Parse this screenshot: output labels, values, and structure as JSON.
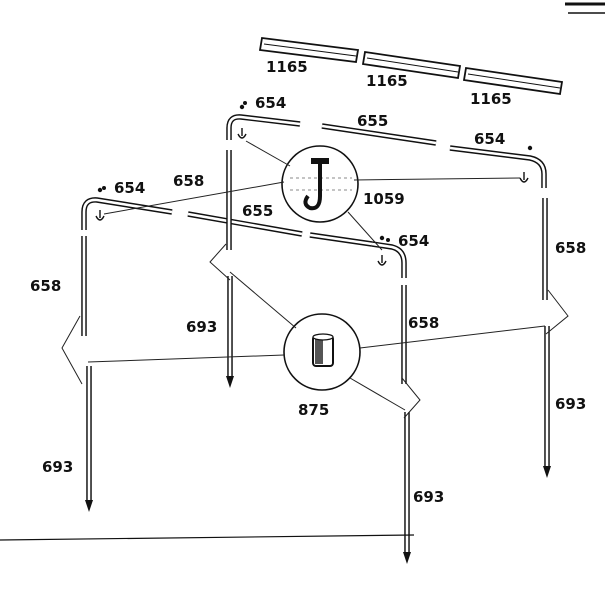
{
  "labels": {
    "rail_a": "1165",
    "rail_b": "1165",
    "rail_c": "1165",
    "corner_back_left": "654",
    "ridge_back": "655",
    "corner_back_right": "654",
    "upright_left_back": "658",
    "corner_front_left": "654",
    "hook_part": "1059",
    "ridge_front": "655",
    "corner_front_right": "654",
    "upright_right_back": "658",
    "upright_left_front": "658",
    "leg_left_back": "693",
    "upright_front_right": "658",
    "connector_part": "875",
    "leg_right_back": "693",
    "leg_left_front": "693",
    "leg_front_right": "693"
  }
}
